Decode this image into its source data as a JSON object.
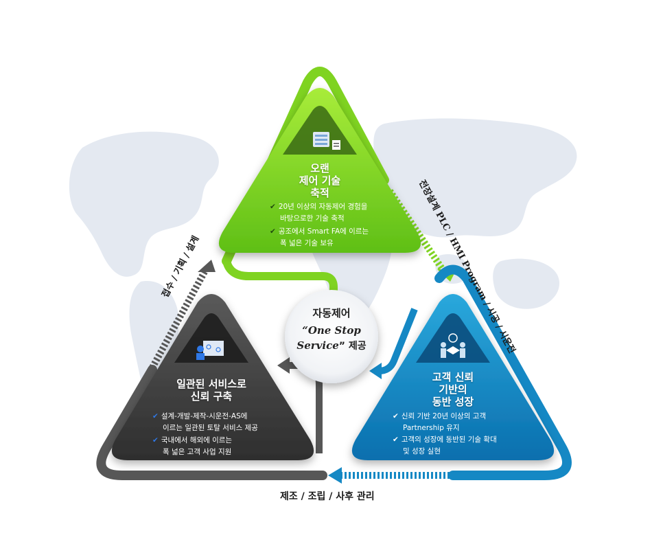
{
  "center": {
    "line1": "자동제어",
    "line2": "“One Stop",
    "line3_emph": "Service",
    "line3_rest": "” 제공"
  },
  "top_triangle": {
    "title_lines": [
      "오랜",
      "제어 기술",
      "축적"
    ],
    "bullets": [
      [
        "20년 이상의 자동제어 경험을",
        "바탕으로한 기술 축적"
      ],
      [
        "공조에서 Smart FA에 이르는",
        "폭 넓은 기술 보유"
      ]
    ],
    "icon": "server-document-icon",
    "color": "#7fd321"
  },
  "right_triangle": {
    "title_lines": [
      "고객 신뢰",
      "기반의",
      "동반 성장"
    ],
    "bullets": [
      [
        "신뢰 기반 20년 이상의 고객",
        "Partnership 유지"
      ],
      [
        "고객의 성장에 동반된 기술 확대",
        "및 성장 실현"
      ]
    ],
    "icon": "handshake-icon",
    "color": "#1588c4"
  },
  "left_triangle": {
    "title_lines": [
      "일관된 서비스로",
      "신뢰 구축"
    ],
    "bullets": [
      [
        "설계-개발-제작-시운전-AS에",
        "이르는 일관된 토탈 서비스 제공"
      ],
      [
        "국내에서 해외에 이르는",
        "폭 넓은 고객 사업 지원"
      ]
    ],
    "icon": "engineer-blueprint-icon",
    "color": "#3c3c3c"
  },
  "labels": {
    "left_edge": "접수 / 기획 / 설계",
    "right_edge": "전장설계 PLC / HMI Program / 시공 / 시운전",
    "bottom_edge": "제조 / 조립 / 사후 관리"
  },
  "check_mark": "✔"
}
